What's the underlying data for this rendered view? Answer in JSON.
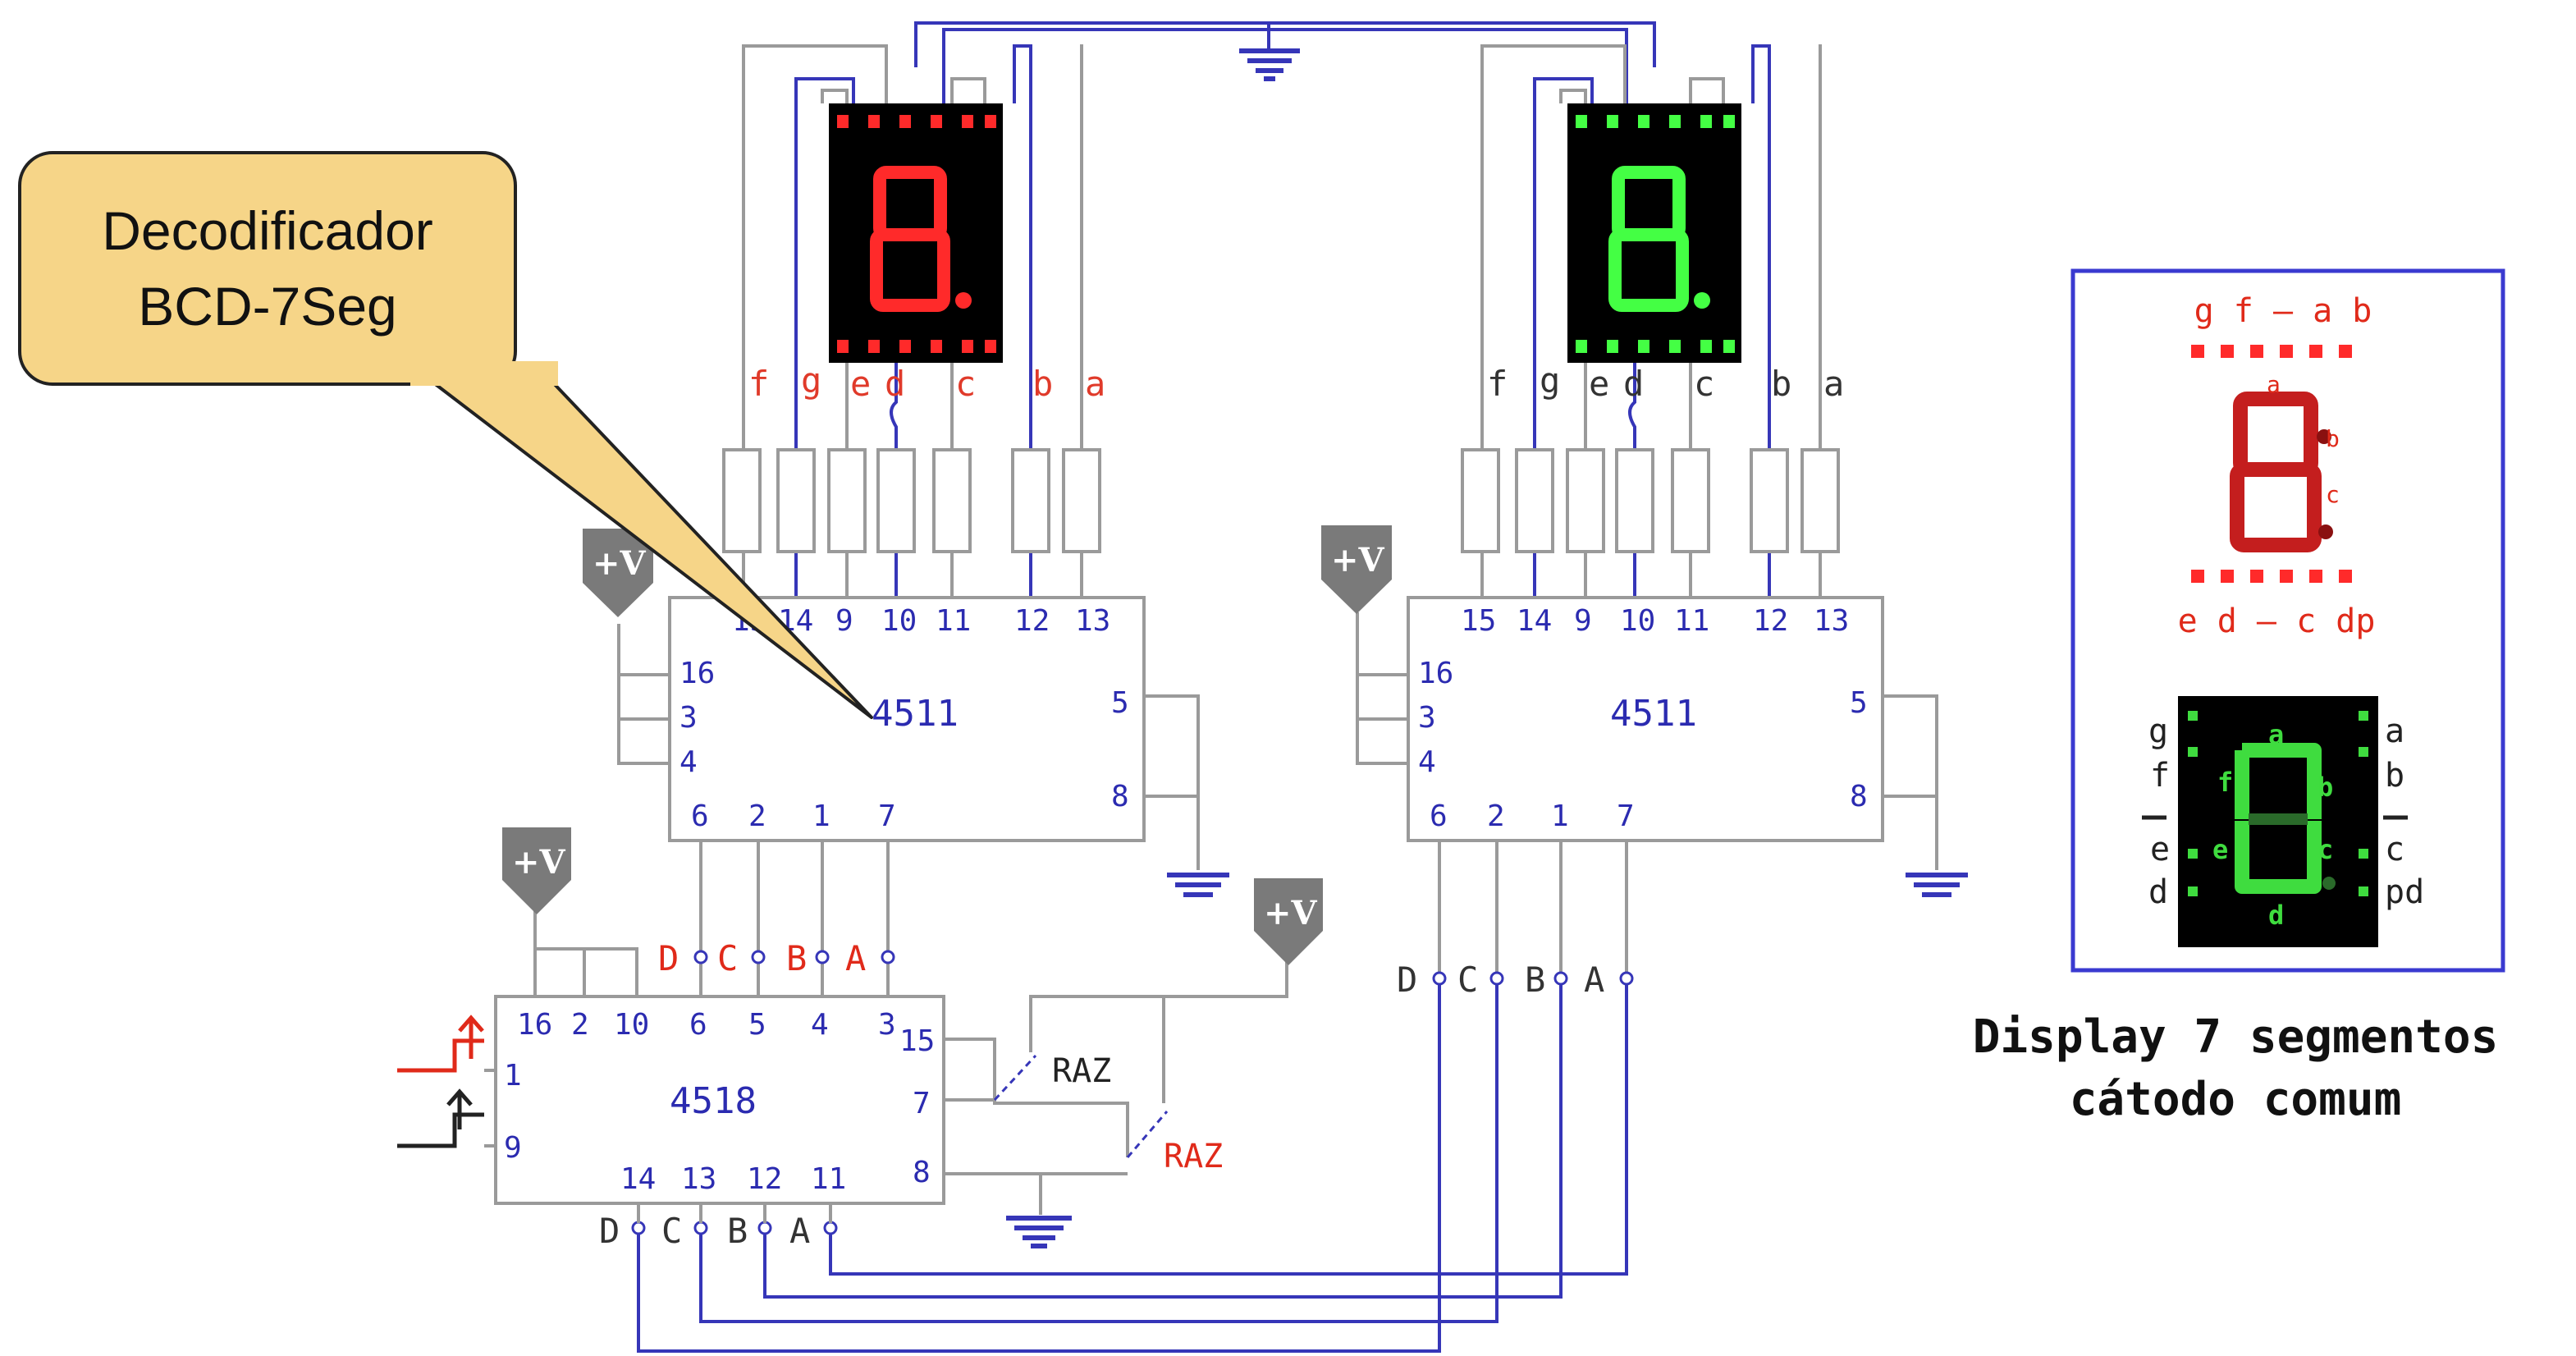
{
  "callout": {
    "line1": "Decodificador",
    "line2": "BCD-7Seg"
  },
  "power_label": "+V",
  "decoder_left": {
    "chip": "4511",
    "top_pins": [
      "15",
      "14",
      "9",
      "10",
      "11",
      "12",
      "13"
    ],
    "left_pins": [
      "16",
      "3",
      "4"
    ],
    "right_pins": [
      "5",
      "8"
    ],
    "bottom_pins": [
      "6",
      "2",
      "1",
      "7"
    ]
  },
  "decoder_right": {
    "chip": "4511",
    "top_pins": [
      "15",
      "14",
      "9",
      "10",
      "11",
      "12",
      "13"
    ],
    "left_pins": [
      "16",
      "3",
      "4"
    ],
    "right_pins": [
      "5",
      "8"
    ],
    "bottom_pins": [
      "6",
      "2",
      "1",
      "7"
    ]
  },
  "segment_labels": [
    "f",
    "g",
    "e",
    "d",
    "c",
    "b",
    "a"
  ],
  "counter": {
    "chip": "4518",
    "top_pins": [
      "16",
      "2",
      "10",
      "6",
      "5",
      "4",
      "3"
    ],
    "left_pins": [
      "1",
      "9"
    ],
    "right_pins": [
      "15",
      "7",
      "8"
    ],
    "bottom_pins": [
      "14",
      "13",
      "12",
      "11"
    ],
    "raz1": "RAZ",
    "raz2": "RAZ"
  },
  "bcd_labels": [
    "D",
    "C",
    "B",
    "A"
  ],
  "legend": {
    "red_top": "g f – a b",
    "red_bottom": "e d – c dp",
    "red_seg_a": "a",
    "red_seg_b": "b",
    "red_seg_c": "c",
    "green_seg_a": "a",
    "green_seg_b": "b",
    "green_seg_c": "c",
    "green_seg_d": "d",
    "green_seg_e": "e",
    "green_seg_f": "f",
    "left_pins": [
      "g",
      "f",
      "e",
      "d"
    ],
    "right_pins": [
      "a",
      "b",
      "c",
      "pd"
    ]
  },
  "caption": {
    "line1": "Display 7 segmentos",
    "line2": "cátodo comum"
  },
  "colors": {
    "red_display": "#ff2a2a",
    "green_display": "#44ff44",
    "wire": "#3636b8"
  }
}
